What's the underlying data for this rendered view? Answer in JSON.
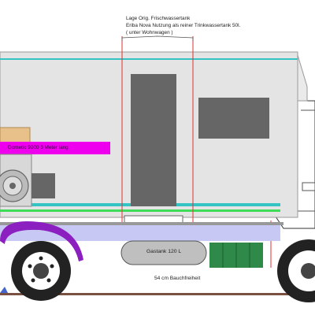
{
  "annotations": {
    "tank_line1": "Lage Orig. Frischwassertank",
    "tank_line2": "Eriba Nova Nutzung als reiner Trinkwassertank 50l.",
    "tank_line3": "( unter Wohnwagen )",
    "awning": "Dometic 9200 3 Meter lang",
    "gas_tank": "Gastank 120 L",
    "clearance": "54 cm Bauchfreiheit"
  },
  "colors": {
    "box_fill": "#e4e4e4",
    "box_stroke": "#9a9a9a",
    "stripe_teal": "#35c4c4",
    "stripe_green": "#3fdc5a",
    "window_dark": "#666666",
    "awning_magenta": "#ee00ee",
    "annotation_red": "#e03030",
    "fender_purple": "#8b1fbf",
    "chassis_lavender": "#c8c8f4",
    "battery_green": "#2f8a4a",
    "ground_brown": "#7a5040",
    "wooden_box": "#e8c08a"
  },
  "icons": {
    "wheel": "truck-wheel-icon",
    "spare_wheel": "spare-wheel-icon"
  }
}
